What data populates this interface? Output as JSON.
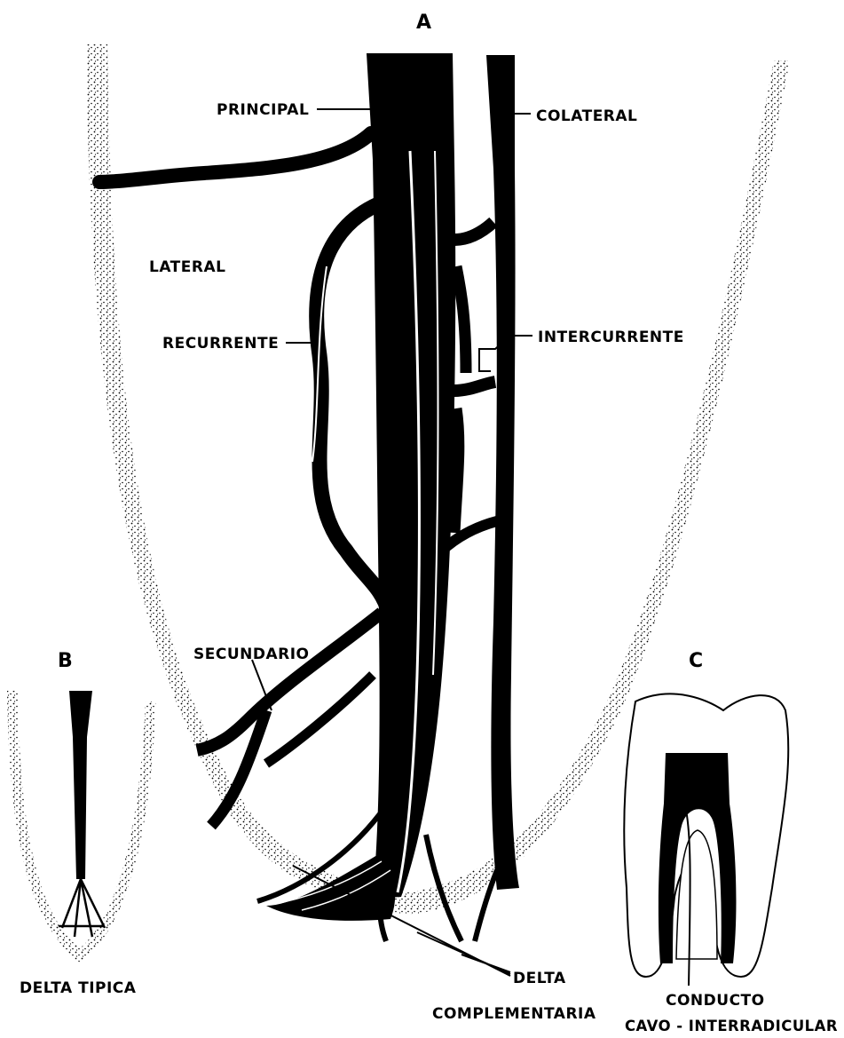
{
  "panels": {
    "a": "A",
    "b": "B",
    "c": "C"
  },
  "labels": {
    "principal": "PRINCIPAL",
    "colateral": "COLATERAL",
    "lateral": "LATERAL",
    "recurrente": "RECURRENTE",
    "intercurrente": "INTERCURRENTE",
    "secundario": "SECUNDARIO",
    "delta": "DELTA",
    "complementaria": "COMPLEMENTARIA",
    "delta_tipica": "DELTA TIPICA",
    "conducto": "CONDUCTO",
    "cavo_interradicular": "CAVO - INTERRADICULAR"
  },
  "colors": {
    "ink": "#000000",
    "paper": "#ffffff",
    "stipple": "#000000"
  }
}
